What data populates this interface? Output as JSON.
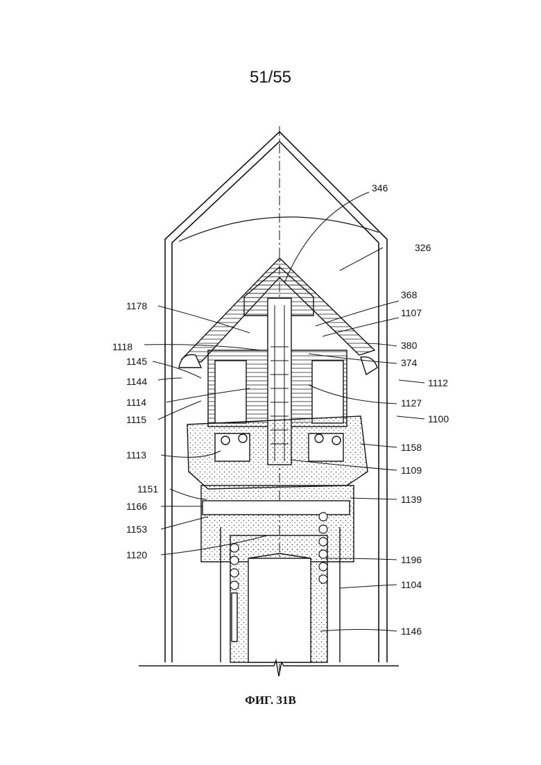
{
  "page_number": "51/55",
  "caption": "ФИГ. 31B",
  "reference_numerals": [
    "346",
    "326",
    "368",
    "1178",
    "1107",
    "1118",
    "380",
    "1145",
    "374",
    "1144",
    "1112",
    "1114",
    "1127",
    "1115",
    "1100",
    "1158",
    "1113",
    "1109",
    "1151",
    "1139",
    "1166",
    "1153",
    "1120",
    "1196",
    "1104",
    "1146"
  ],
  "colors": {
    "ink": "#111111",
    "paper": "#ffffff"
  }
}
